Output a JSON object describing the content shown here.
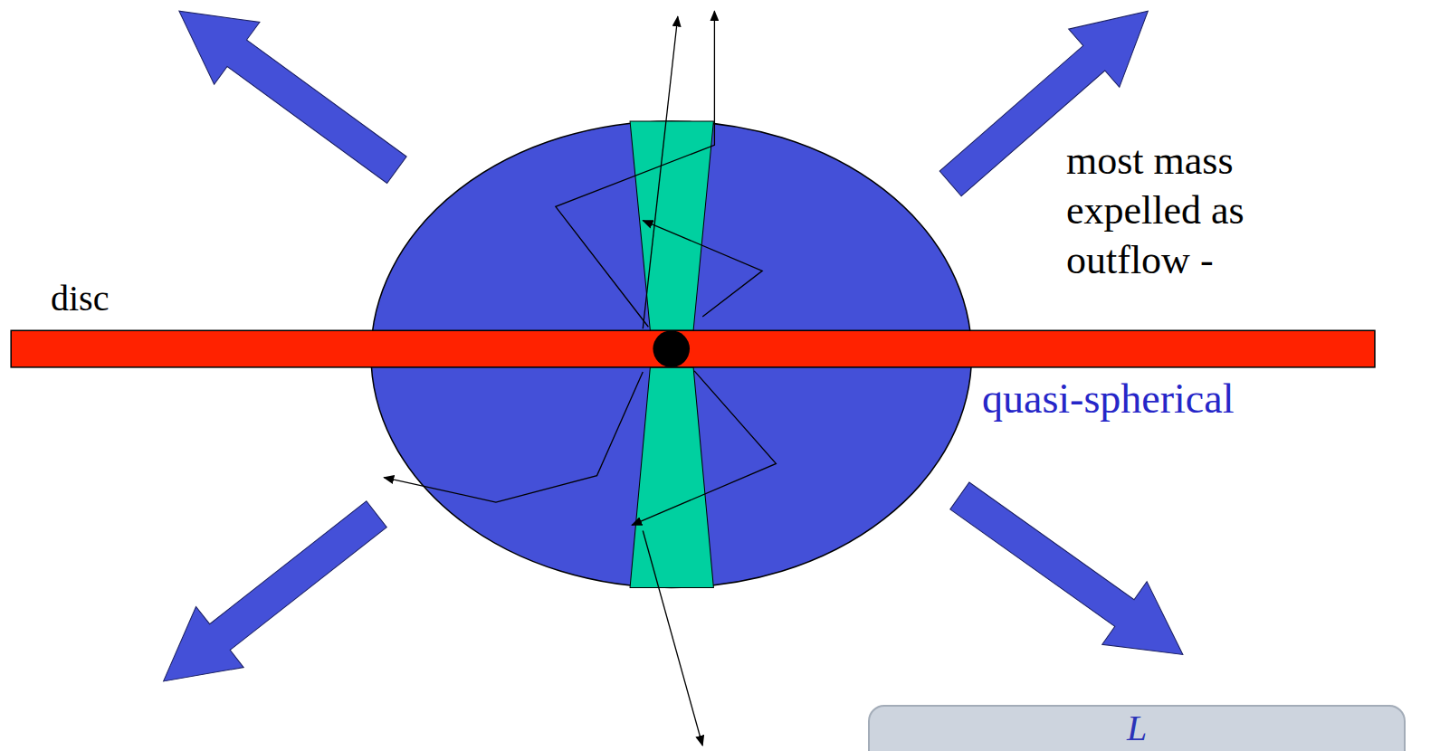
{
  "diagram": {
    "nodes": [
      {
        "text": [
          "L"
        ]
      }
    ],
    "labels": [
      "disc",
      "most mass expelled as outflow -",
      "quasi-spherical"
    ]
  }
}
